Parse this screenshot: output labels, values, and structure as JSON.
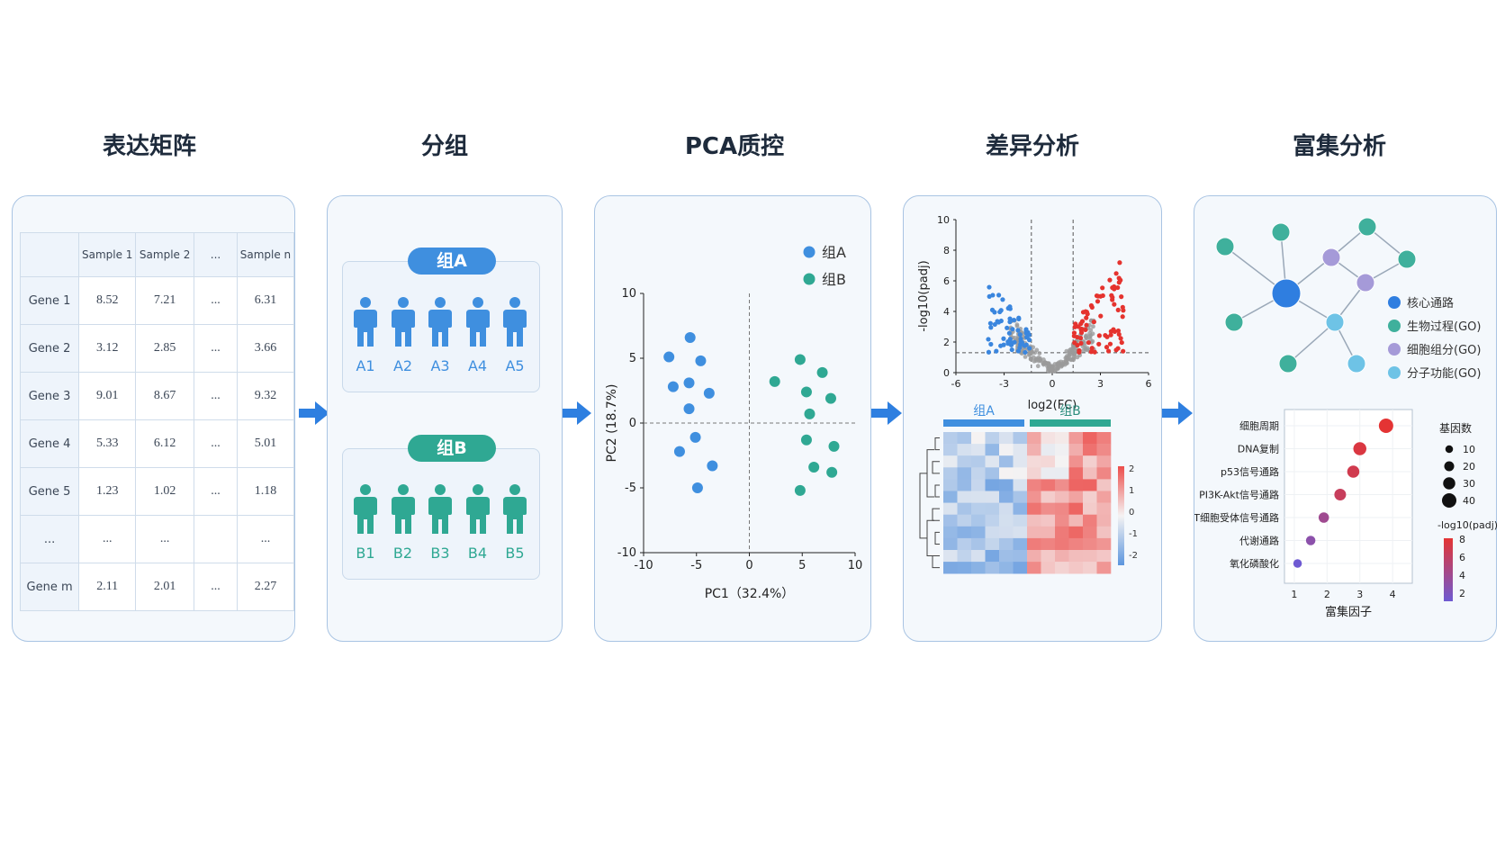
{
  "steps": {
    "s1": "表达矩阵",
    "s2": "分组",
    "s3": "PCA质控",
    "s4": "差异分析",
    "s5": "富集分析"
  },
  "matrix": {
    "headers": [
      "",
      "Sample 1",
      "Sample 2",
      "...",
      "Sample n"
    ],
    "rows": [
      [
        "Gene 1",
        "8.52",
        "7.21",
        "...",
        "6.31"
      ],
      [
        "Gene 2",
        "3.12",
        "2.85",
        "...",
        "3.66"
      ],
      [
        "Gene 3",
        "9.01",
        "8.67",
        "...",
        "9.32"
      ],
      [
        "Gene 4",
        "5.33",
        "6.12",
        "...",
        "5.01"
      ],
      [
        "Gene 5",
        "1.23",
        "1.02",
        "...",
        "1.18"
      ],
      [
        "...",
        "...",
        "...",
        "",
        "..."
      ],
      [
        "Gene m",
        "2.11",
        "2.01",
        "...",
        "2.27"
      ]
    ]
  },
  "groups": {
    "a": {
      "label": "组A",
      "members": [
        "A1",
        "A2",
        "A3",
        "A4",
        "A5"
      ],
      "color": "#3f8fdf"
    },
    "b": {
      "label": "组B",
      "members": [
        "B1",
        "B2",
        "B3",
        "B4",
        "B5"
      ],
      "color": "#2fa893"
    }
  },
  "pca": {
    "legend": [
      "组A",
      "组B"
    ],
    "xlabel": "PC1（32.4%）",
    "ylabel": "PC2 (18.7%)",
    "xticks": [
      "-10",
      "-5",
      "0",
      "5",
      "10"
    ],
    "yticks": [
      "10",
      "5",
      "0",
      "-5",
      "-10"
    ],
    "chart_data": {
      "type": "scatter",
      "xlim": [
        -10,
        10
      ],
      "ylim": [
        -10,
        10
      ],
      "series": [
        {
          "name": "组A",
          "points": [
            [
              -5.6,
              6.6
            ],
            [
              -7.6,
              5.1
            ],
            [
              -4.6,
              4.8
            ],
            [
              -7.2,
              2.8
            ],
            [
              -5.7,
              3.1
            ],
            [
              -3.8,
              2.3
            ],
            [
              -5.7,
              1.1
            ],
            [
              -5.1,
              -1.1
            ],
            [
              -6.6,
              -2.2
            ],
            [
              -3.5,
              -3.3
            ],
            [
              -4.9,
              -5.0
            ]
          ]
        },
        {
          "name": "组B",
          "points": [
            [
              4.8,
              4.9
            ],
            [
              6.9,
              3.9
            ],
            [
              2.4,
              3.2
            ],
            [
              5.4,
              2.4
            ],
            [
              7.7,
              1.9
            ],
            [
              5.7,
              0.7
            ],
            [
              5.4,
              -1.3
            ],
            [
              8.0,
              -1.8
            ],
            [
              6.1,
              -3.4
            ],
            [
              7.8,
              -3.8
            ],
            [
              4.8,
              -5.2
            ]
          ]
        }
      ]
    }
  },
  "volcano": {
    "xlabel": "log2(FC)",
    "ylabel": "-log10(padj)",
    "xticks": [
      "-6",
      "-3",
      "0",
      "3",
      "6"
    ],
    "yticks": [
      "0",
      "2",
      "4",
      "6",
      "8",
      "10"
    ],
    "colors": {
      "down": "#3a86de",
      "up": "#e5332e",
      "ns": "#9a9a9a"
    }
  },
  "heatmap": {
    "group_labels": [
      "组A",
      "组B"
    ],
    "scale_ticks": [
      "2",
      "1",
      "0",
      "-1",
      "-2"
    ]
  },
  "network": {
    "legend": [
      {
        "label": "核心通路",
        "color": "#2f7ee0"
      },
      {
        "label": "生物过程(GO)",
        "color": "#3fb09c"
      },
      {
        "label": "细胞组分(GO)",
        "color": "#a59ad8"
      },
      {
        "label": "分子功能(GO)",
        "color": "#6ec3e6"
      }
    ]
  },
  "enrichment": {
    "xlabel": "富集因子",
    "size_title": "基因数",
    "size_ticks": [
      "10",
      "20",
      "30",
      "40"
    ],
    "color_title": "-log10(padj)",
    "color_ticks": [
      "8",
      "6",
      "4",
      "2"
    ],
    "chart_data": {
      "type": "scatter",
      "xlim": [
        0.7,
        4.6
      ],
      "x_ticks": [
        "1",
        "2",
        "3",
        "4"
      ],
      "categories": [
        "细胞周期",
        "DNA复制",
        "p53信号通路",
        "PI3K-Akt信号通路",
        "T细胞受体信号通路",
        "代谢通路",
        "氧化磷酸化"
      ],
      "x": [
        3.8,
        3.0,
        2.8,
        2.4,
        1.9,
        1.5,
        1.1
      ],
      "gene_count": [
        40,
        34,
        30,
        28,
        22,
        18,
        14
      ],
      "neg_log10_padj": [
        8,
        7.5,
        7,
        6.5,
        4.5,
        3.5,
        2
      ]
    }
  }
}
